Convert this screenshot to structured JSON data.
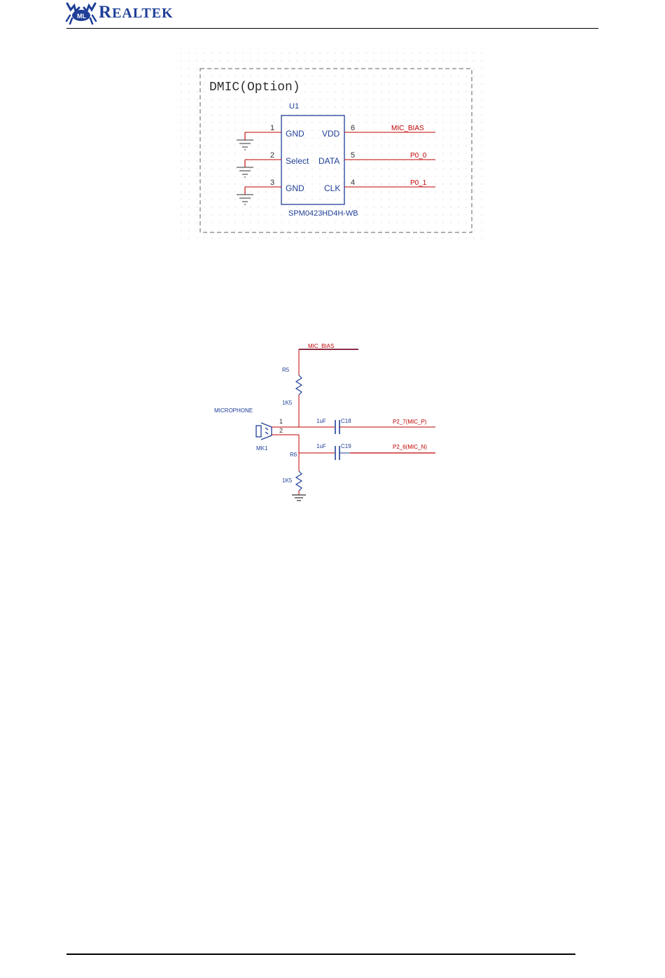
{
  "header": {
    "brand_initial": "R",
    "brand_rest": "EALTEK",
    "logo_icon": "realtek-crab-logo",
    "brand_color": "#1f3f97"
  },
  "dmic": {
    "title": "DMIC(Option)",
    "refdes": "U1",
    "part_number": "SPM0423HD4H-WB",
    "pins": [
      {
        "num": "1",
        "name": "GND"
      },
      {
        "num": "2",
        "name": "Select"
      },
      {
        "num": "3",
        "name": "GND"
      },
      {
        "num": "6",
        "name": "VDD"
      },
      {
        "num": "5",
        "name": "DATA"
      },
      {
        "num": "4",
        "name": "CLK"
      }
    ],
    "nets": [
      "MIC_BIAS",
      "P0_0",
      "P0_1"
    ]
  },
  "analog_mic": {
    "bias_net": "MIC_BIAS",
    "r5_ref": "R5",
    "r5_value": "1K5",
    "mic_name": "MICROPHONE",
    "mic_ref": "MK1",
    "mic_pin1": "1",
    "mic_pin2": "2",
    "c18_value": "1uF",
    "c18_ref": "C18",
    "c18_net": "P2_7(MIC_P)",
    "c19_value": "1uF",
    "c19_ref": "C19",
    "c19_net": "P2_6(MIC_N)",
    "r6_ref": "R6",
    "r6_value": "1K5"
  },
  "colors": {
    "wire": "#c00000",
    "component": "#1f3f97",
    "label_blue": "#1f3f97",
    "label_red": "#c00000",
    "frame": "#606060"
  }
}
